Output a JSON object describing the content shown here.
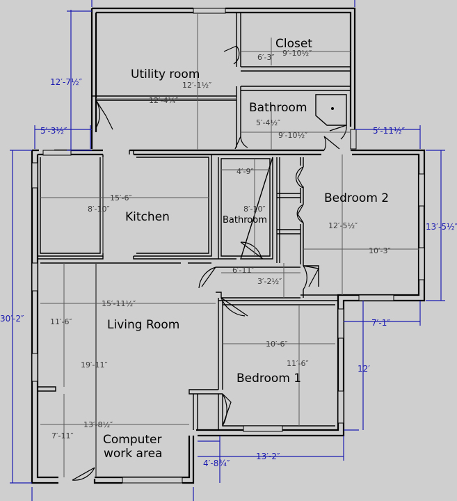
{
  "rooms": {
    "closet": "Closet",
    "utility": "Utility room",
    "bathroom_top": "Bathroom",
    "kitchen": "Kitchen",
    "bathroom_mid": "Bathroom",
    "bedroom2": "Bedroom 2",
    "living": "Living Room",
    "bedroom1": "Bedroom 1",
    "computer_line1": "Computer",
    "computer_line2": "work area"
  },
  "dims": {
    "closet_w1": "6′-3″",
    "closet_w2": "9′-10½″",
    "utility_h": "12′-1½″",
    "utility_w": "12′-4¼″",
    "bath_top_w": "5′-4½″",
    "bath_top_w2": "9′-10½″",
    "kitchen_w": "15′-6″",
    "kitchen_h": "8′-10″",
    "bath_mid_w": "4′-9″",
    "bath_mid_h": "8′-10″",
    "bed2_h": "12′-5½″",
    "bed2_w": "10′-3″",
    "hall_w": "6′-11″",
    "hall_h": "3′-2½″",
    "living_w": "15′-11½″",
    "living_h": "11′-6″",
    "left_h": "19′-11″",
    "bed1_w": "10′-6″",
    "bed1_h": "11′-6″",
    "computer_w": "13′-8½″",
    "computer_h": "7′-11″",
    "bottom_w": "13′-2″"
  },
  "outer_dims": {
    "top_left_h": "12′-7½″",
    "porch_w": "5′-3½″",
    "right_top_w": "5′-11½″",
    "right_h": "13′-5½″",
    "total_h": "30′-2″",
    "bed1_ext_w": "7′-1″",
    "bed1_ext_h": "12′",
    "bottom_offset": "4′-8¾″"
  }
}
